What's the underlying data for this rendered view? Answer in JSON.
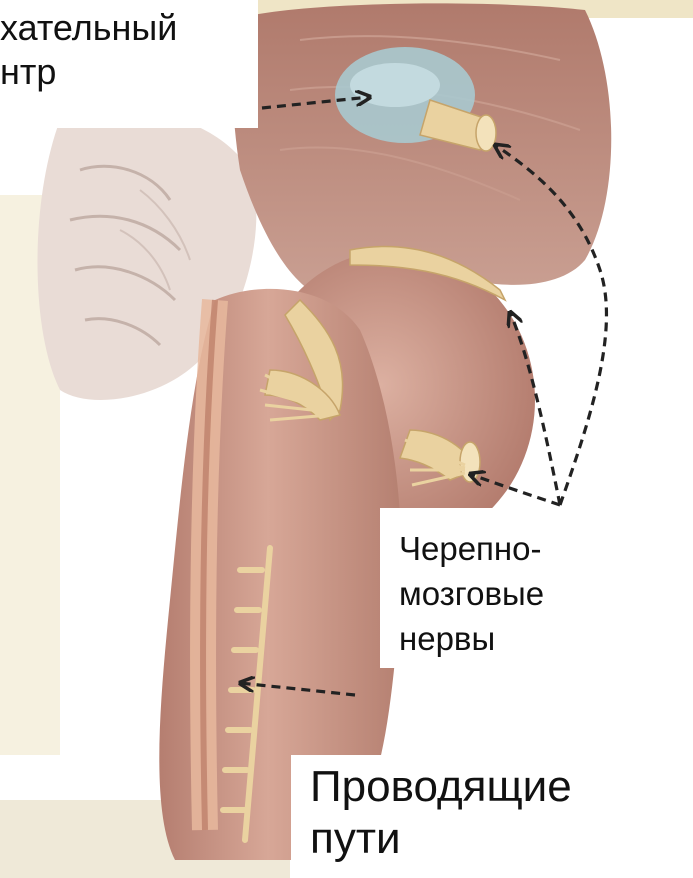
{
  "labels": {
    "respiratory_center": {
      "line1": "хательный",
      "line2": "нтр"
    },
    "cranial_nerves": {
      "line1": "Черепно-",
      "line2": "мозговые",
      "line3": "нервы"
    },
    "conducting_pathways": {
      "line1": "Проводящие",
      "line2": "пути"
    }
  },
  "colors": {
    "tissue": "#c99586",
    "tissue_dark": "#a56e62",
    "nerve": "#ead2a0",
    "highlight": "#a9c9cf",
    "background_tint": "#efe5c6",
    "arrow": "#222222"
  }
}
